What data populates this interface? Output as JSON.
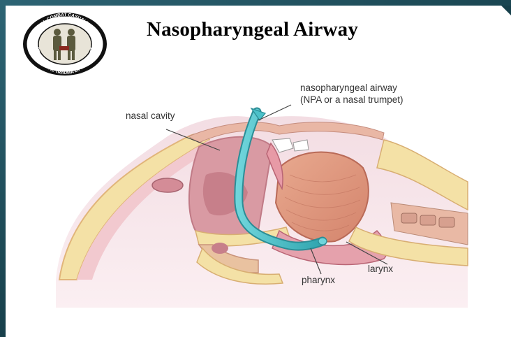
{
  "slide": {
    "title": "Nasopharyngeal Airway"
  },
  "logo": {
    "ring_top_text": "TACTICAL COMBAT CASUALTY CARE",
    "ring_bottom_text": "PREHOSPITAL TRAUMA LIFE SUPPORT"
  },
  "labels": {
    "npa_line1": "nasopharyngeal airway",
    "npa_line2": "(NPA or a nasal trumpet)",
    "nasal_cavity": "nasal cavity",
    "pharynx": "pharynx",
    "larynx": "larynx"
  },
  "colors": {
    "frame": "#1d4a57",
    "airway_tube": "#4cc1c9",
    "tissue_pink": "#e9a9b6",
    "bone_yellow": "#f4e1a6"
  }
}
